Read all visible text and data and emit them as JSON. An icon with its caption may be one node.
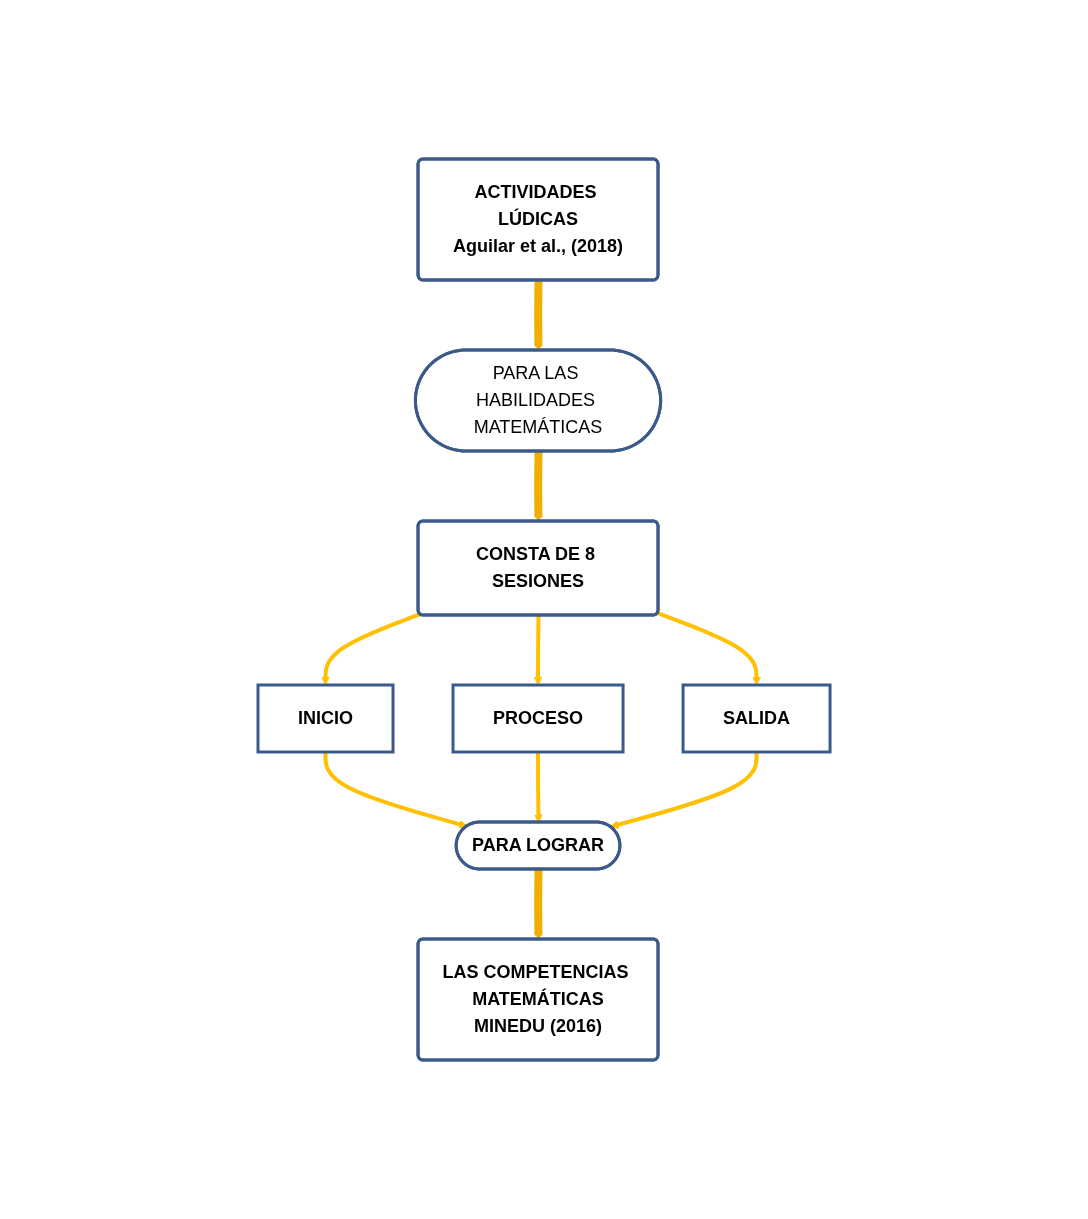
{
  "diagram": {
    "nodes": [
      {
        "text": [
          "ACTIVIDADES LÚDICAS",
          "Aguilar et al., (2018)"
        ]
      },
      {
        "text": [
          "PARA LAS HABILIDADES MATEMÁTICAS"
        ]
      },
      {
        "text": [
          "CONSTA DE 8 SESIONES"
        ]
      },
      {
        "text": [
          "INICIO"
        ]
      },
      {
        "text": [
          "PROCESO"
        ]
      },
      {
        "text": [
          "SALIDA"
        ]
      },
      {
        "text": [
          "PARA LOGRAR"
        ]
      },
      {
        "text": [
          "LAS COMPETENCIAS MATEMÁTICAS",
          "MINEDU (2016)"
        ]
      }
    ],
    "edges": [
      {
        "from": 0,
        "to": 1,
        "arrow": "to",
        "style": "thick"
      },
      {
        "from": 1,
        "to": 2,
        "arrow": "to",
        "style": "thick"
      },
      {
        "from": 2,
        "to": 3,
        "arrow": "to"
      },
      {
        "from": 2,
        "to": 4,
        "arrow": "to"
      },
      {
        "from": 2,
        "to": 5,
        "arrow": "to"
      },
      {
        "from": 3,
        "to": 6,
        "arrow": "to"
      },
      {
        "from": 4,
        "to": 6,
        "arrow": "to"
      },
      {
        "from": 5,
        "to": 6,
        "arrow": "to"
      },
      {
        "from": 6,
        "to": 7,
        "arrow": "to",
        "style": "thick"
      }
    ]
  }
}
